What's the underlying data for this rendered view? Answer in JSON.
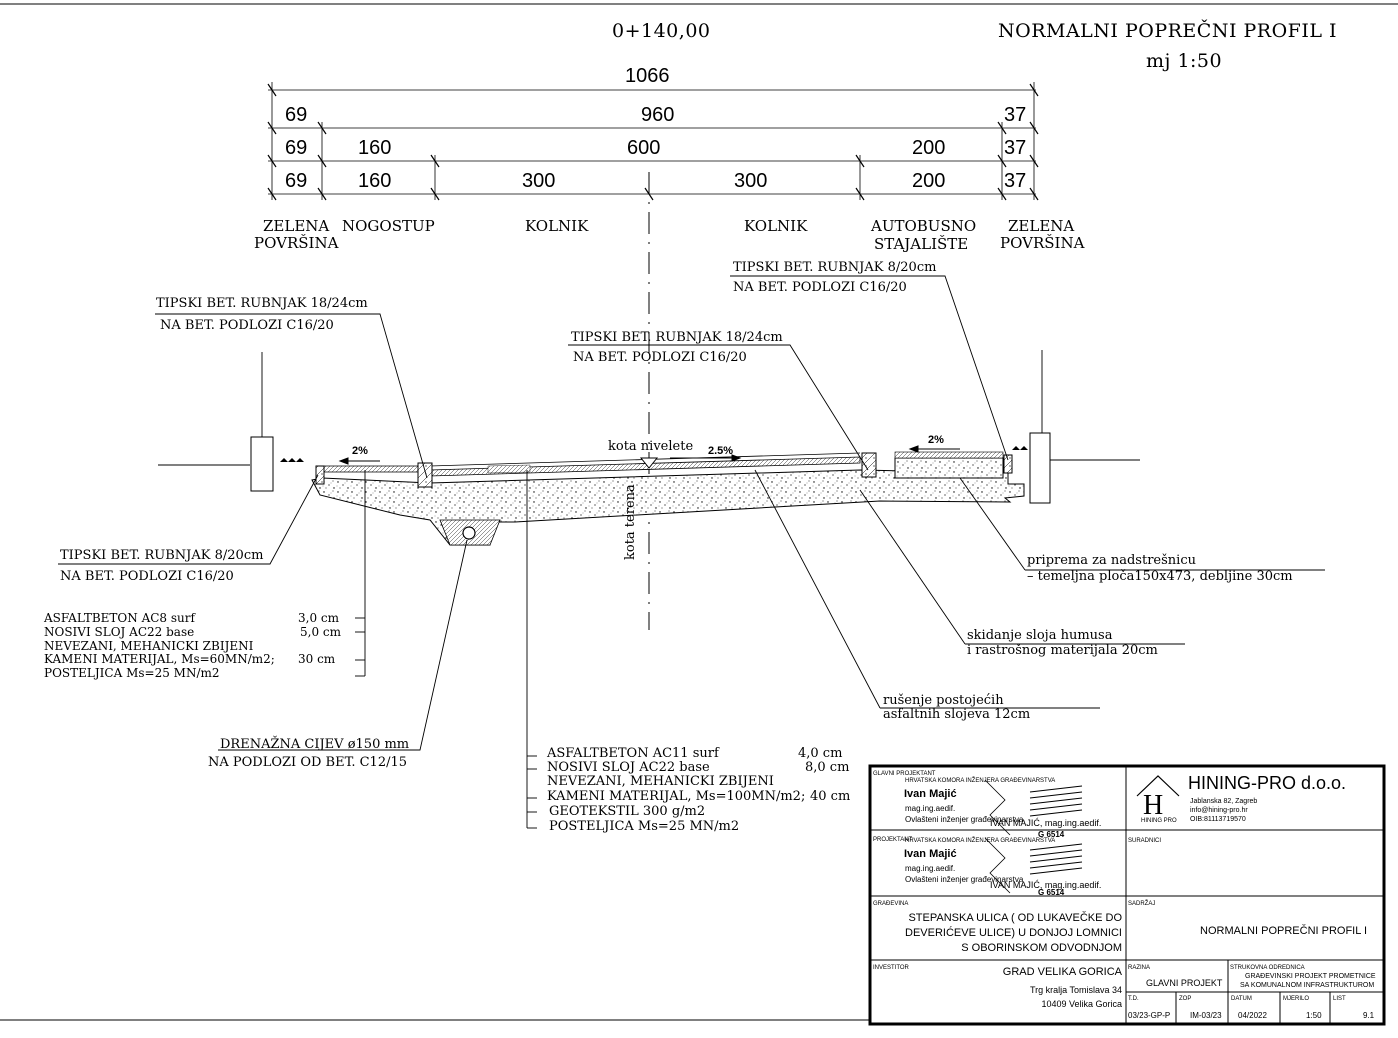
{
  "station": "0+140,00",
  "title": "NORMALNI POPREČNI PROFIL I",
  "scale": "mj 1:50",
  "dimensions": {
    "total": "1066",
    "row2": [
      "69",
      "960",
      "37"
    ],
    "row3": [
      "69",
      "160",
      "600",
      "200",
      "37"
    ],
    "row4": [
      "69",
      "160",
      "300",
      "300",
      "200",
      "37"
    ]
  },
  "zones": {
    "zelena_left_1": "ZELENA",
    "zelena_left_2": "POVRŠINA",
    "nogostup": "NOGOSTUP",
    "kolnik_left": "KOLNIK",
    "kolnik_right": "KOLNIK",
    "autobusno_1": "AUTOBUSNO",
    "autobusno_2": "STAJALIŠTE",
    "zelena_right_1": "ZELENA",
    "zelena_right_2": "POVRŠINA"
  },
  "callouts": {
    "rubnjak_18_left_1": "TIPSKI BET. RUBNJAK 18/24cm",
    "rubnjak_18_left_2": "NA BET. PODLOZI C16/20",
    "rubnjak_18_mid_1": "TIPSKI BET. RUBNJAK 18/24cm",
    "rubnjak_18_mid_2": "NA BET. PODLOZI C16/20",
    "rubnjak_8_right_1": "TIPSKI BET. RUBNJAK 8/20cm",
    "rubnjak_8_right_2": "NA BET. PODLOZI C16/20",
    "rubnjak_8_left_1": "TIPSKI BET. RUBNJAK 8/20cm",
    "rubnjak_8_left_2": "NA BET. PODLOZI C16/20",
    "kota_nivelete": "kota nivelete",
    "kota_terena": "kota terena",
    "slope_left": "2%",
    "slope_mid": "2.5%",
    "slope_right": "2%",
    "nadstresnica_1": "priprema za nadstrešnicu",
    "nadstresnica_2": "– temeljna ploča150x473, debljine 30cm",
    "humus_1": "skidanje sloja humusa",
    "humus_2": "i rastrošnog materijala 20cm",
    "rusenje_1": "rušenje postojećih",
    "rusenje_2": "asfaltnih slojeva 12cm",
    "drenazna_1": "DRENAŽNA CIJEV ø150 mm",
    "drenazna_2": "NA PODLOZI OD BET. C12/15"
  },
  "layers_sidewalk": [
    {
      "name": "ASFALTBETON AC8 surf",
      "value": "3,0 cm"
    },
    {
      "name": "NOSIVI SLOJ AC22   base",
      "value": "5,0 cm"
    },
    {
      "name": "NEVEZANI, MEHANICKI ZBIJENI",
      "value": ""
    },
    {
      "name": "KAMENI MATERIJAL, Ms=60MN/m2;",
      "value": "30 cm"
    },
    {
      "name": "POSTELJICA Ms=25 MN/m2",
      "value": ""
    }
  ],
  "layers_road": [
    {
      "name": "ASFALTBETON AC11 surf",
      "value": "4,0 cm"
    },
    {
      "name": "NOSIVI SLOJ AC22   base",
      "value": "8,0 cm"
    },
    {
      "name": "NEVEZANI, MEHANICKI ZBIJENI",
      "value": ""
    },
    {
      "name": "KAMENI MATERIJAL, Ms=100MN/m2;",
      "value": "40 cm"
    },
    {
      "name": "GEOTEKSTIL 300 g/m2",
      "value": ""
    },
    {
      "name": "POSTELJICA Ms=25 MN/m2",
      "value": ""
    }
  ],
  "title_block": {
    "glavni_label": "GLAVNI PROJEKTANT",
    "komora": "HRVATSKA KOMORA INŽENJERA GRAĐEVINARSTVA",
    "name": "Ivan Majić",
    "degree": "mag.ing.aedif.",
    "ovlasteni": "Ovlašteni inženjer građevinarstva",
    "stamp_name": "IVAN MAJIĆ, mag.ing.aedif.",
    "stamp_no": "G 6514",
    "projektant_label": "PROJEKTANT",
    "company": "HINING-PRO d.o.o.",
    "logo": "H",
    "logo_sub": "HINING PRO",
    "address1": "Jablanska 82, Zagreb",
    "address2": "info@hining-pro.hr",
    "address3": "OIB:81113719570",
    "suradnici_label": "SURADNICI",
    "gradevina_label": "GRAĐEVINA",
    "gradevina_1": "STEPANSKA ULICA ( OD LUKAVEČKE DO",
    "gradevina_2": "DEVERIĆEVE ULICE) U DONJOJ LOMNICI",
    "gradevina_3": "S OBORINSKOM ODVODNJOM",
    "sadrzaj_label": "SADRŽAJ",
    "sadrzaj": "NORMALNI POPREČNI PROFIL I",
    "investitor_label": "INVESTITOR",
    "investitor_1": "GRAD VELIKA GORICA",
    "investitor_2": "Trg kralja Tomislava 34",
    "investitor_3": "10409 Velika Gorica",
    "razina_label": "RAZINA",
    "razina": "GLAVNI PROJEKT",
    "odrednica_label": "STRUKOVNA ODREDNICA",
    "odrednica_1": "GRAĐEVINSKI PROJEKT PROMETNICE",
    "odrednica_2": "SA KOMUNALNOM INFRASTRUKTUROM",
    "td_label": "T.D.",
    "td": "03/23-GP-P",
    "zop_label": "ZOP",
    "zop": "IM-03/23",
    "datum_label": "DATUM",
    "datum": "04/2022",
    "mjerilo_label": "MJERILO",
    "mjerilo": "1:50",
    "list_label": "LIST",
    "list": "9.1"
  }
}
